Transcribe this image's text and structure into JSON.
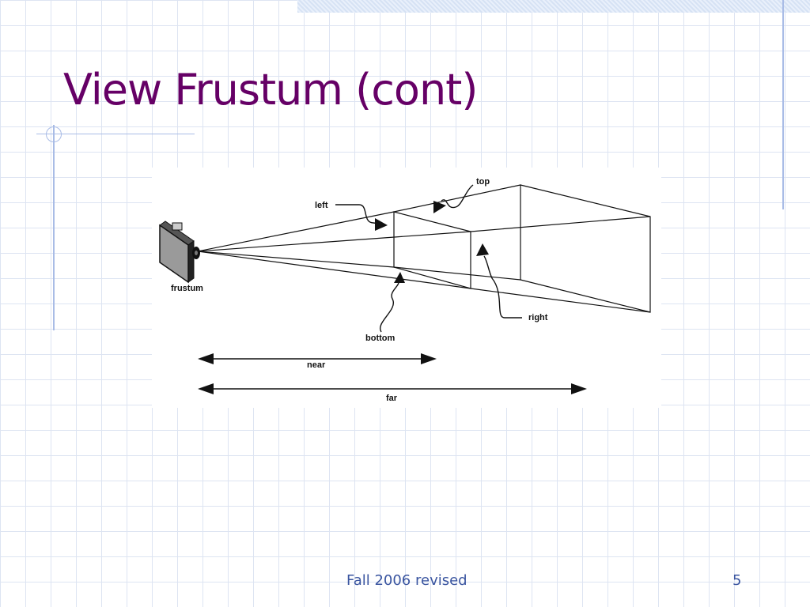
{
  "slide": {
    "title": "View Frustum (cont)",
    "footer": "Fall 2006 revised",
    "page_number": "5"
  },
  "diagram": {
    "labels": {
      "top": "top",
      "left": "left",
      "frustum": "frustum",
      "right": "right",
      "bottom": "bottom",
      "near": "near",
      "far": "far"
    }
  },
  "colors": {
    "title": "#660066",
    "footer": "#3a55a0",
    "grid": "#dde4f2",
    "accent_line": "#a9bce6"
  }
}
